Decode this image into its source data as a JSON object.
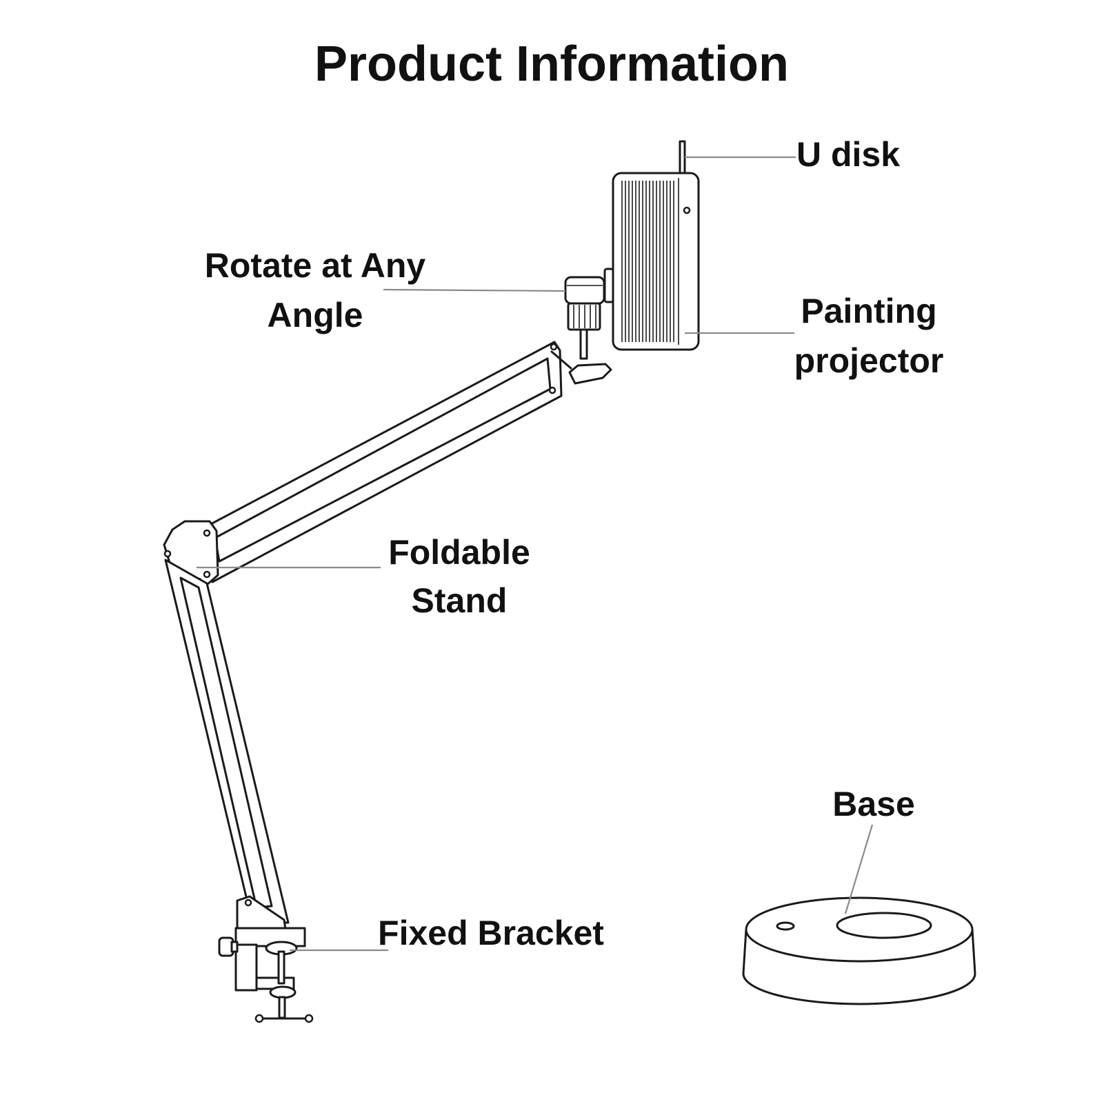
{
  "title": "Product Information",
  "labels": {
    "u_disk": "U disk",
    "rotate_line1": "Rotate at Any",
    "rotate_line2": "Angle",
    "projector_line1": "Painting",
    "projector_line2": "projector",
    "stand_line1": "Foldable",
    "stand_line2": "Stand",
    "bracket": "Fixed Bracket",
    "base": "Base"
  },
  "colors": {
    "ink": "#1a1a1a",
    "leader": "#8a8a8a",
    "background": "#ffffff"
  }
}
